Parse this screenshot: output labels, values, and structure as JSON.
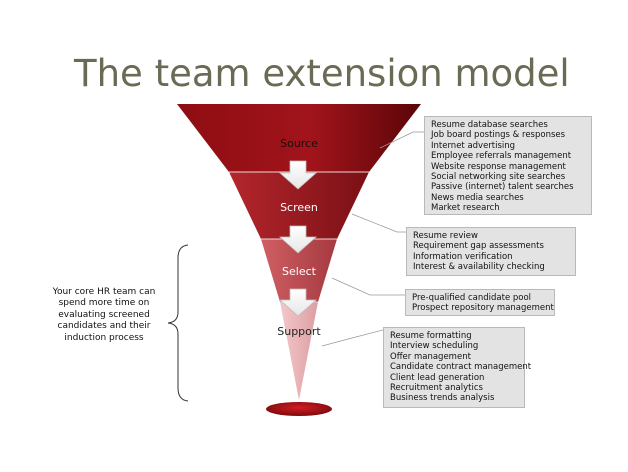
{
  "title": "The team extension model",
  "stages": [
    {
      "label": "Source",
      "color": "#6e0a0a"
    },
    {
      "label": "Screen",
      "color": "#9c1f24"
    },
    {
      "label": "Select",
      "color": "#c1545a"
    },
    {
      "label": "Support",
      "color": "#e7afb3"
    }
  ],
  "boxes": [
    {
      "items": [
        "Resume database searches",
        "Job board postings & responses",
        "Internet advertising",
        "Employee referrals management",
        "Website response management",
        "Social networking site searches",
        "Passive (internet) talent searches",
        "News media searches",
        "Market research"
      ]
    },
    {
      "items": [
        "Resume review",
        "Requirement gap assessments",
        "Information verification",
        "Interest & availability  checking"
      ]
    },
    {
      "items": [
        "Pre-qualified candidate pool",
        "Prospect repository management"
      ]
    },
    {
      "items": [
        "Resume formatting",
        "Interview scheduling",
        "Offer management",
        "Candidate contract management",
        "Client lead generation",
        "Recruitment analytics",
        "Business trends analysis"
      ]
    }
  ],
  "side_note": "Your core HR team can spend more time on evaluating screened candidates  and their induction process"
}
